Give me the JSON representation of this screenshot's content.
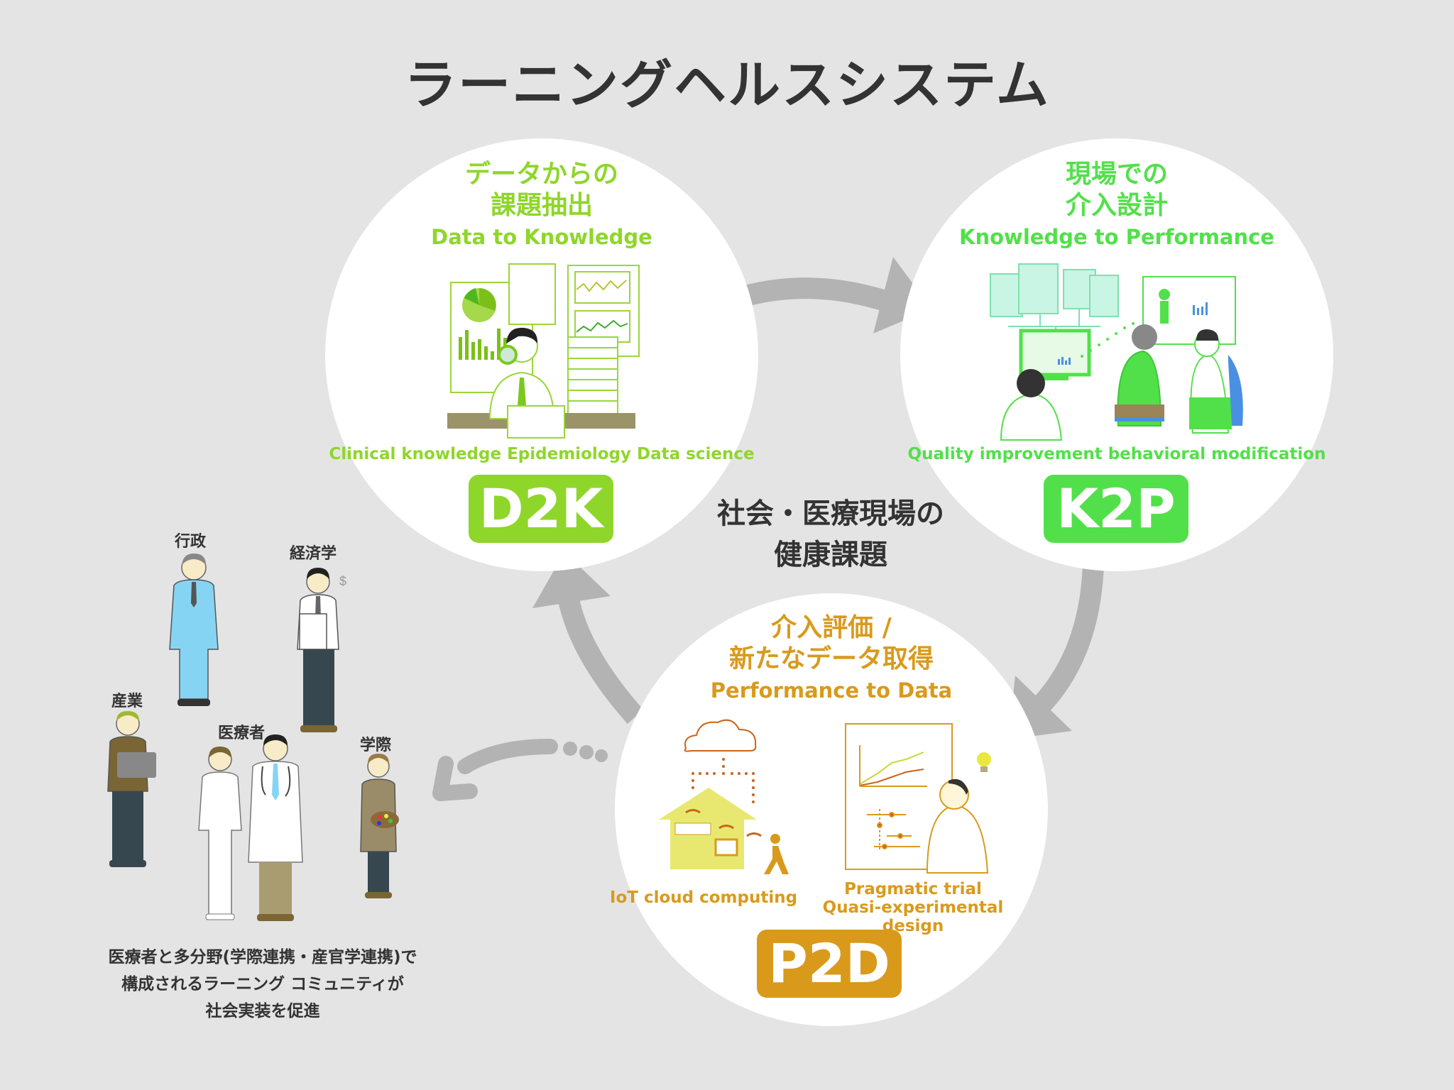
{
  "title": "ラーニングヘルスシステム",
  "center_label": {
    "line1": "社会・医療現場の",
    "line2": "健康課題"
  },
  "colors": {
    "d2k": "#8fd62a",
    "k2p": "#52e04a",
    "p2d": "#d99a1c",
    "arrow": "#b3b3b3",
    "background": "#e4e4e4",
    "text": "#333333"
  },
  "stages": {
    "d2k": {
      "ja_line1": "データからの",
      "ja_line2": "課題抽出",
      "en": "Data to Knowledge",
      "sub": "Clinical knowledge Epidemiology Data science",
      "badge": "D2K",
      "illustration": "researcher-with-magnifier-and-charts"
    },
    "k2p": {
      "ja_line1": "現場での",
      "ja_line2": "介入設計",
      "en": "Knowledge to Performance",
      "sub": "Quality improvement behavioral modification",
      "badge": "K2P",
      "illustration": "doctor-consulting-patient-with-data-screens"
    },
    "p2d": {
      "ja_line1": "介入評価 /",
      "ja_line2": "新たなデータ取得",
      "en": "Performance to Data",
      "sub_left": "IoT cloud computing",
      "sub_right_line1": "Pragmatic trial",
      "sub_right_line2": "Quasi-experimental design",
      "badge": "P2D",
      "illustration": "iot-home-and-researcher-with-forest-plot"
    }
  },
  "people": {
    "gyosei": "行政",
    "keizaigaku": "経済学",
    "sangyo": "産業",
    "iryosha": "医療者",
    "gakusai": "学際"
  },
  "community": {
    "line1": "医療者と多分野(学際連携・産官学連携)で",
    "line2": "構成されるラーニング コミュニティが",
    "line3": "社会実装を促進"
  }
}
